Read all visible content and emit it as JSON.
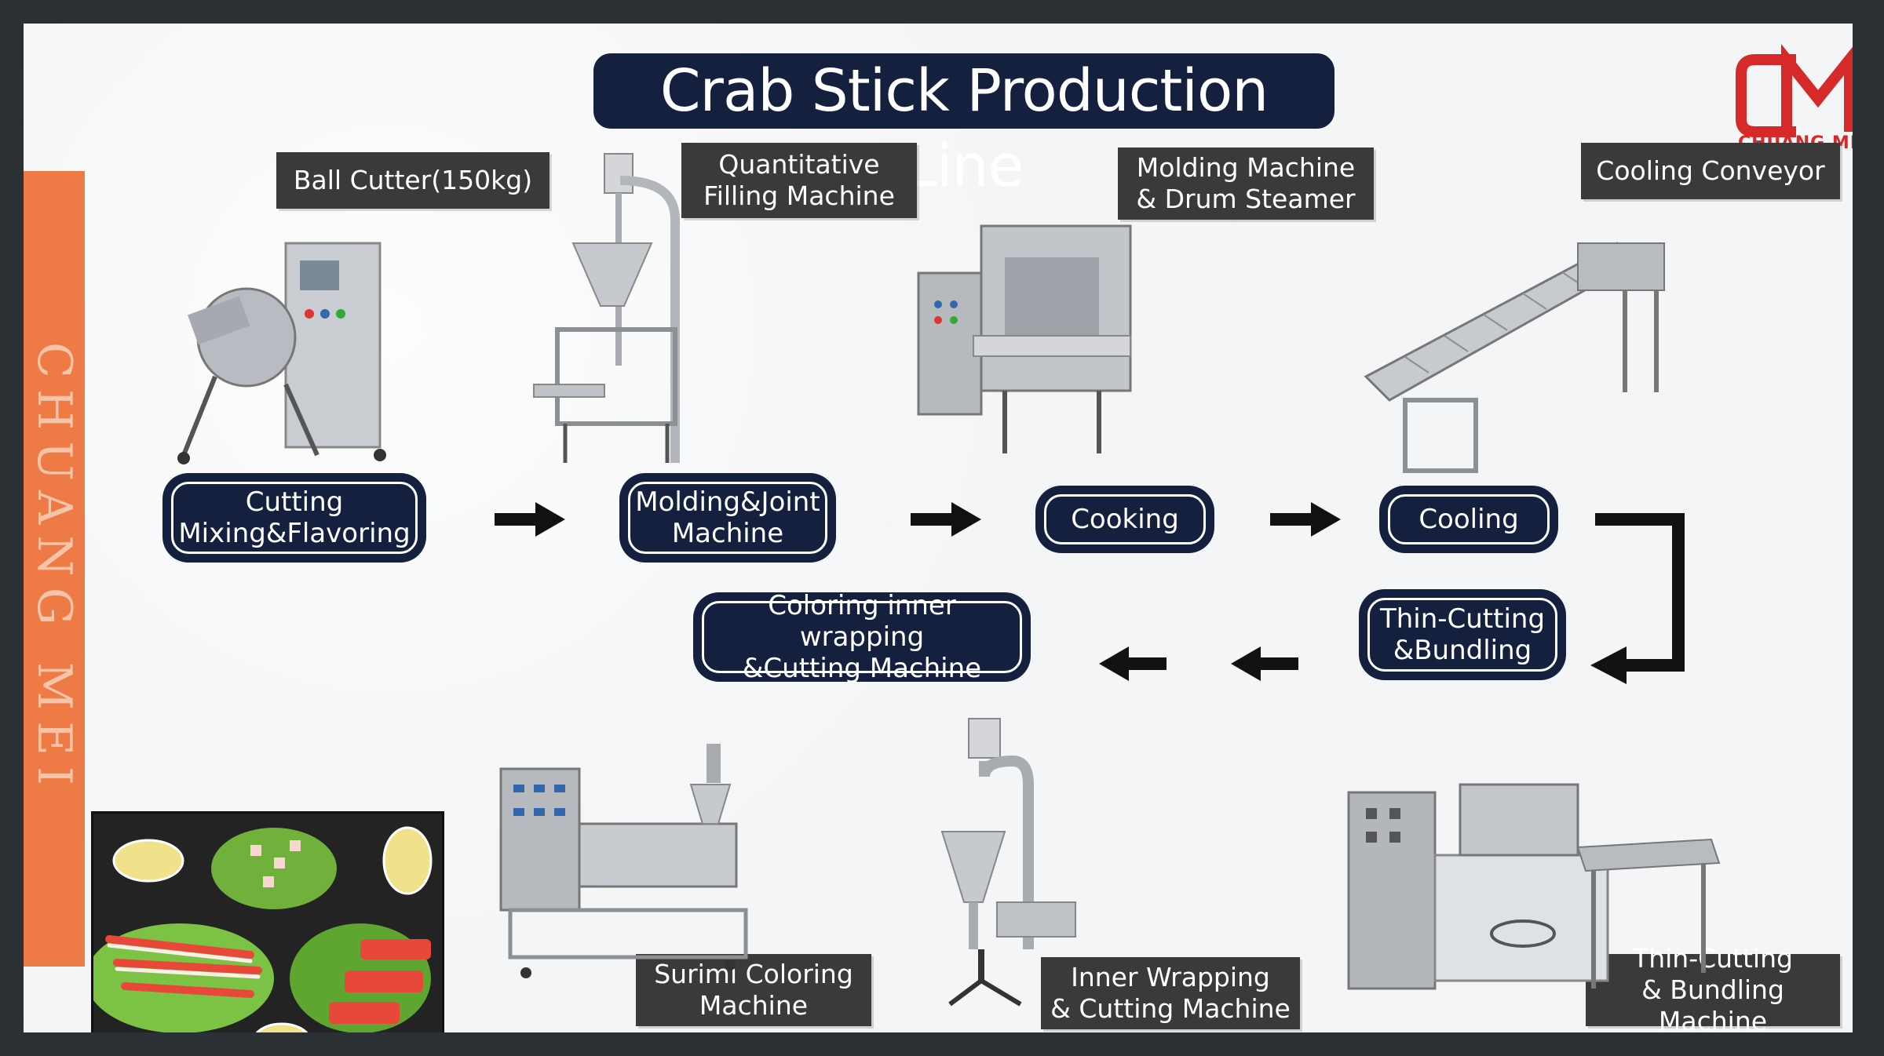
{
  "title": "Crab Stick Production Line",
  "brand": {
    "name": "CHUANG MEI",
    "sidebar_text": "CHUANG MEI",
    "logo_color": "#d62a2a",
    "accent": "#ee7b45",
    "navy": "#15203f"
  },
  "machine_labels": {
    "ball_cutter": "Ball Cutter(150kg)",
    "quantitative_filling": "Quantitative\nFilling Machine",
    "molding_drum": "Molding Machine\n& Drum Steamer",
    "cooling_conveyor": "Cooling Conveyor",
    "surimi_coloring": "Surimi Coloring\nMachine",
    "inner_wrapping": "Inner Wrapping\n& Cutting Machine",
    "thin_cutting_machine": "Thin-Cutting\n& Bundling Machine"
  },
  "steps": {
    "cutting": "Cutting\nMixing&Flavoring",
    "molding_joint": "Molding&Joint\nMachine",
    "cooking": "Cooking",
    "cooling": "Cooling",
    "thin_cutting": "Thin-Cutting\n&Bundling",
    "coloring_wrapping": "Coloring inner wrapping\n&Cutting Machine"
  }
}
